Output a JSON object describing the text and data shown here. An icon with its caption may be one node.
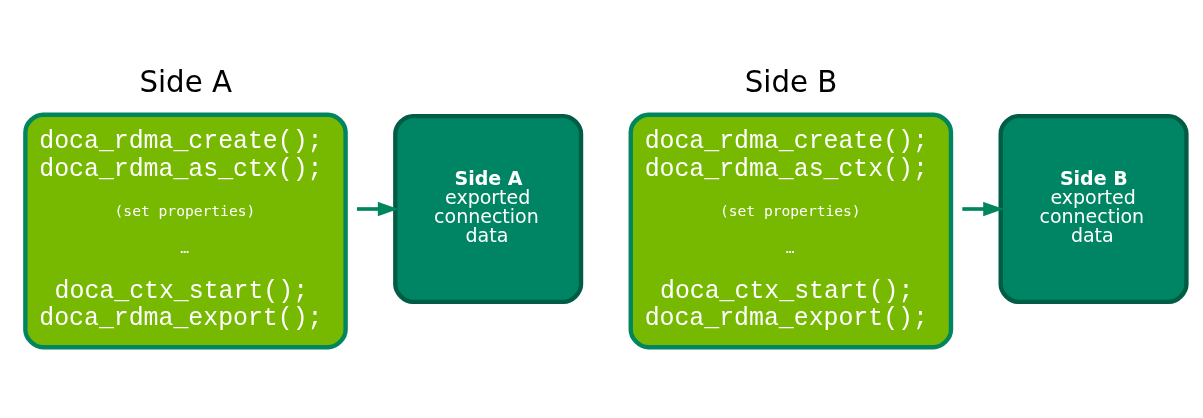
{
  "diagram": {
    "nodes": [
      {
        "text": [
          "Side A",
          "doca_rdma_create(); doca_rdma_as_ctx();",
          "(set properties)",
          "…",
          "doca_ctx_start(); doca_rdma_export();"
        ]
      },
      {
        "text": [
          "Side A",
          "exported connection data"
        ]
      },
      {
        "text": [
          "Side B",
          "exported connection data"
        ]
      },
      {
        "text": [
          "Side B",
          "doca_rdma_create(); doca_rdma_as_ctx();",
          "(set properties)",
          "…",
          "doca_ctx_start(); doca_rdma_export();"
        ]
      }
    ],
    "edges": [
      {
        "from": 0,
        "to": 1,
        "arrow": "to"
      },
      {
        "from": 3,
        "to": 2,
        "arrow": "to"
      }
    ]
  }
}
